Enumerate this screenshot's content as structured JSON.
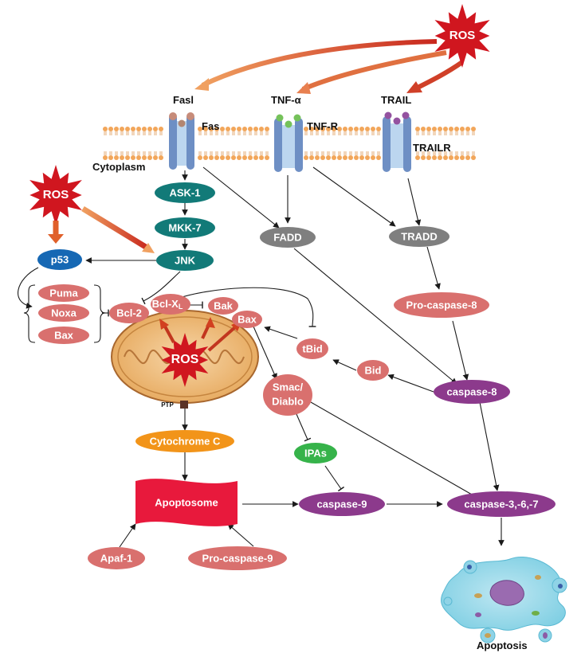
{
  "colors": {
    "teal": "#127a78",
    "gray": "#7f7f7f",
    "salmon": "#d9706e",
    "purple": "#8c3a8c",
    "green": "#36b34a",
    "orange": "#f29419",
    "blue": "#1668b4",
    "ros_red": "#d0161f",
    "apoptosome": "#e8193c"
  },
  "ros_label": "ROS",
  "receptors": {
    "fasl": "Fasl",
    "fas": "Fas",
    "tnf_alpha": "TNF-α",
    "tnf_r": "TNF-R",
    "trail": "TRAIL",
    "trailr": "TRAILR"
  },
  "cytoplasm_label": "Cytoplasm",
  "nodes": {
    "ask1": "ASK-1",
    "mkk7": "MKK-7",
    "jnk": "JNK",
    "p53": "p53",
    "puma": "Puma",
    "noxa": "Noxa",
    "bax_left": "Bax",
    "bcl2": "Bcl-2",
    "bclxl_main": "Bcl-X",
    "bclxl_sub": "L",
    "bak": "Bak",
    "bax_mito": "Bax",
    "fadd": "FADD",
    "tradd": "TRADD",
    "pro_caspase8": "Pro-caspase-8",
    "tbid": "tBid",
    "bid": "Bid",
    "caspase8": "caspase-8",
    "smac_line1": "Smac/",
    "smac_line2": "Diablo",
    "ipas": "IPAs",
    "ptp": "PTP",
    "cytochrome_c": "Cytochrome C",
    "apoptosome": "Apoptosome",
    "caspase9": "caspase-9",
    "caspase367": "caspase-3,-6,-7",
    "apaf1": "Apaf-1",
    "pro_caspase9": "Pro-caspase-9"
  },
  "apoptosis_label": "Apoptosis"
}
